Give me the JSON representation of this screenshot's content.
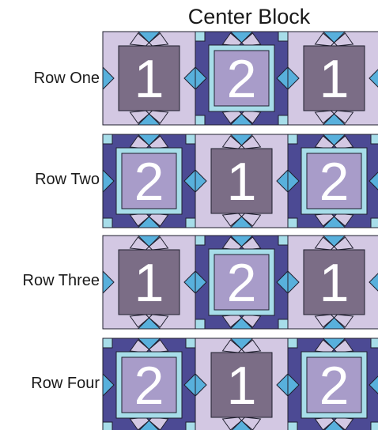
{
  "title": "Center Block",
  "colors": {
    "lavender": "#d3c8e3",
    "periwinkle": "#4c4a94",
    "mauve_dark": "#7b6d86",
    "lilac": "#a89cc9",
    "light_blue": "#a7dde9",
    "sky_blue": "#58b0dc",
    "outline": "#1f1f2e",
    "numeral": "#ffffff"
  },
  "rows": [
    {
      "label": "Row One",
      "blocks": [
        "1",
        "2",
        "1"
      ]
    },
    {
      "label": "Row Two",
      "blocks": [
        "2",
        "1",
        "2"
      ]
    },
    {
      "label": "Row Three",
      "blocks": [
        "1",
        "2",
        "1"
      ]
    },
    {
      "label": "Row Four",
      "blocks": [
        "2",
        "1",
        "2"
      ]
    }
  ]
}
